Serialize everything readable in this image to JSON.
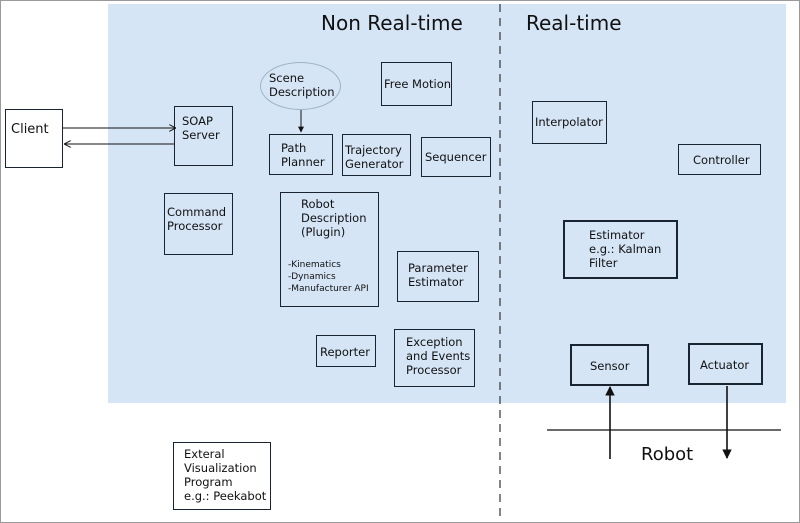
{
  "headings": {
    "non_real_time": "Non Real-time",
    "real_time": "Real-time",
    "robot": "Robot"
  },
  "nodes": {
    "client": "Client",
    "soap_server": "SOAP\nServer",
    "command_processor": "Command\nProcessor",
    "scene_description": "Scene\nDescription",
    "path_planner": "Path\nPlanner",
    "trajectory_generator": "Trajectory\nGenerator",
    "free_motion": "Free Motion",
    "sequencer": "Sequencer",
    "robot_description": "Robot\nDescription\n(Plugin)",
    "robot_description_details": "-Kinematics\n-Dynamics\n-Manufacturer API",
    "parameter_estimator": "Parameter\nEstimator",
    "reporter": "Reporter",
    "exception_processor": "Exception\nand Events\nProcessor",
    "interpolator": "Interpolator",
    "controller": "Controller",
    "estimator": "Estimator\ne.g.: Kalman\nFilter",
    "sensor": "Sensor",
    "actuator": "Actuator",
    "visualization": "Exteral\nVisualization\nProgram\ne.g.: Peekabot"
  },
  "colors": {
    "region_fill": "#d5e5f6",
    "box_border": "#1a2430",
    "ellipse_border": "#9eb2c6"
  }
}
